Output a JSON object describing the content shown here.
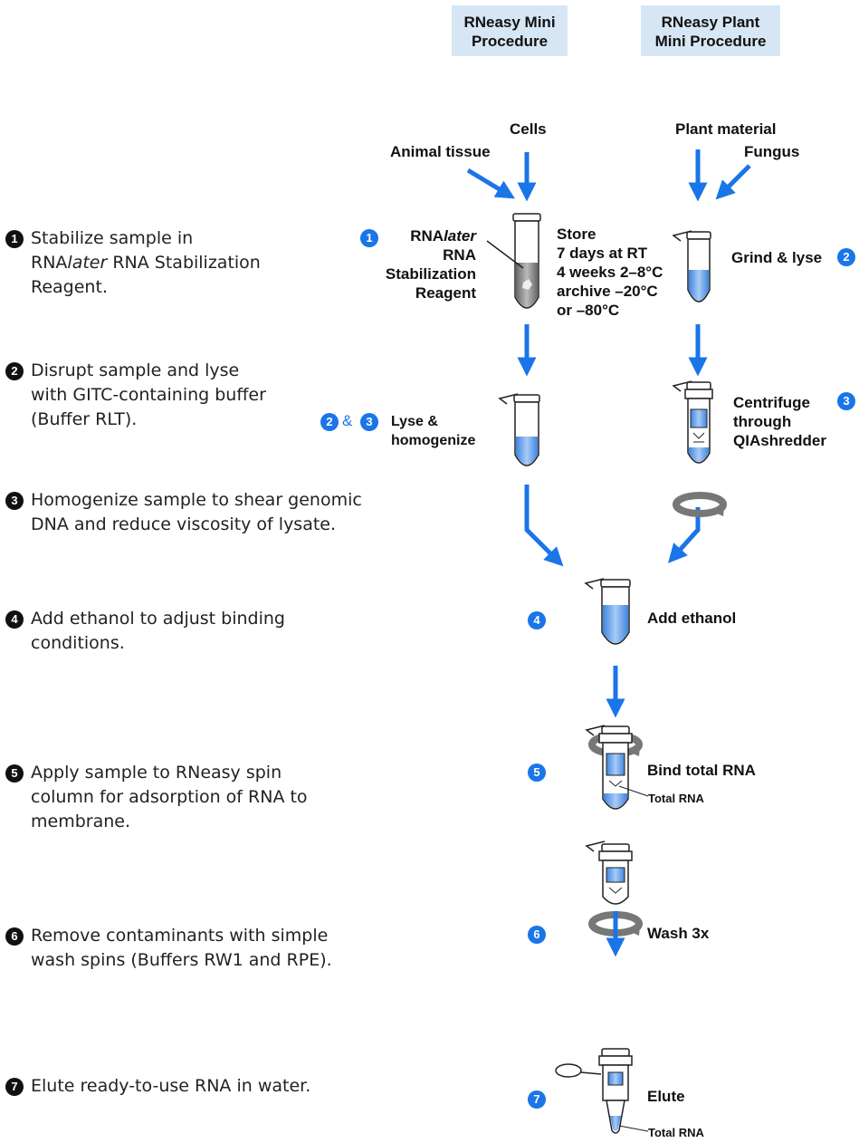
{
  "headers": {
    "mini": [
      "RNeasy Mini",
      "Procedure"
    ],
    "plant": [
      "RNeasy Plant",
      "Mini Procedure"
    ]
  },
  "steps": [
    {
      "num": "1",
      "lines": [
        "Stabilize sample in",
        "RNAlater RNA Stabilization",
        "Reagent."
      ]
    },
    {
      "num": "2",
      "lines": [
        "Disrupt sample and lyse",
        "with GITC-containing buffer",
        "(Buffer RLT)."
      ]
    },
    {
      "num": "3",
      "lines": [
        "Homogenize sample to shear genomic",
        "DNA and reduce viscosity of lysate."
      ]
    },
    {
      "num": "4",
      "lines": [
        "Add ethanol to adjust binding",
        "conditions."
      ]
    },
    {
      "num": "5",
      "lines": [
        "Apply sample to RNeasy spin",
        "column for adsorption of RNA to",
        "membrane."
      ]
    },
    {
      "num": "6",
      "lines": [
        "Remove contaminants with simple",
        "wash spins (Buffers RW1 and RPE)."
      ]
    },
    {
      "num": "7",
      "lines": [
        "Elute ready-to-use RNA in water."
      ]
    }
  ],
  "labels": {
    "cells": "Cells",
    "animal_tissue": "Animal tissue",
    "plant_material": "Plant material",
    "fungus": "Fungus",
    "rnalater": [
      "RNAlater",
      "RNA",
      "Stabilization",
      "Reagent"
    ],
    "store": [
      "Store",
      "7 days at RT",
      "4 weeks 2–8°C",
      "archive –20°C",
      "or –80°C"
    ],
    "grind_lyse": "Grind & lyse",
    "lyse_homogenize": [
      "Lyse &",
      "homogenize"
    ],
    "centrifuge": [
      "Centrifuge",
      "through",
      "QIAshredder"
    ],
    "add_ethanol": "Add ethanol",
    "bind_total_rna": "Bind total RNA",
    "total_rna_small": "Total RNA",
    "wash": "Wash 3x",
    "elute": "Elute",
    "total_rna_bottom": "Total RNA",
    "amp": "&"
  },
  "diagram_numbers": {
    "n1": "1",
    "n2_plant": "2",
    "n3_plant": "3",
    "n2_mini": "2",
    "n3_mini": "3",
    "n4": "4",
    "n5": "5",
    "n6": "6",
    "n7": "7"
  },
  "colors": {
    "arrow": "#1a75e8",
    "header_bg": "#d6e6f4",
    "liquid": "#5b9be8",
    "badge": "#1a75e8"
  },
  "icons": [
    "tube-icon",
    "spin-column-icon",
    "rotation-arrow-icon",
    "down-arrow-icon"
  ]
}
